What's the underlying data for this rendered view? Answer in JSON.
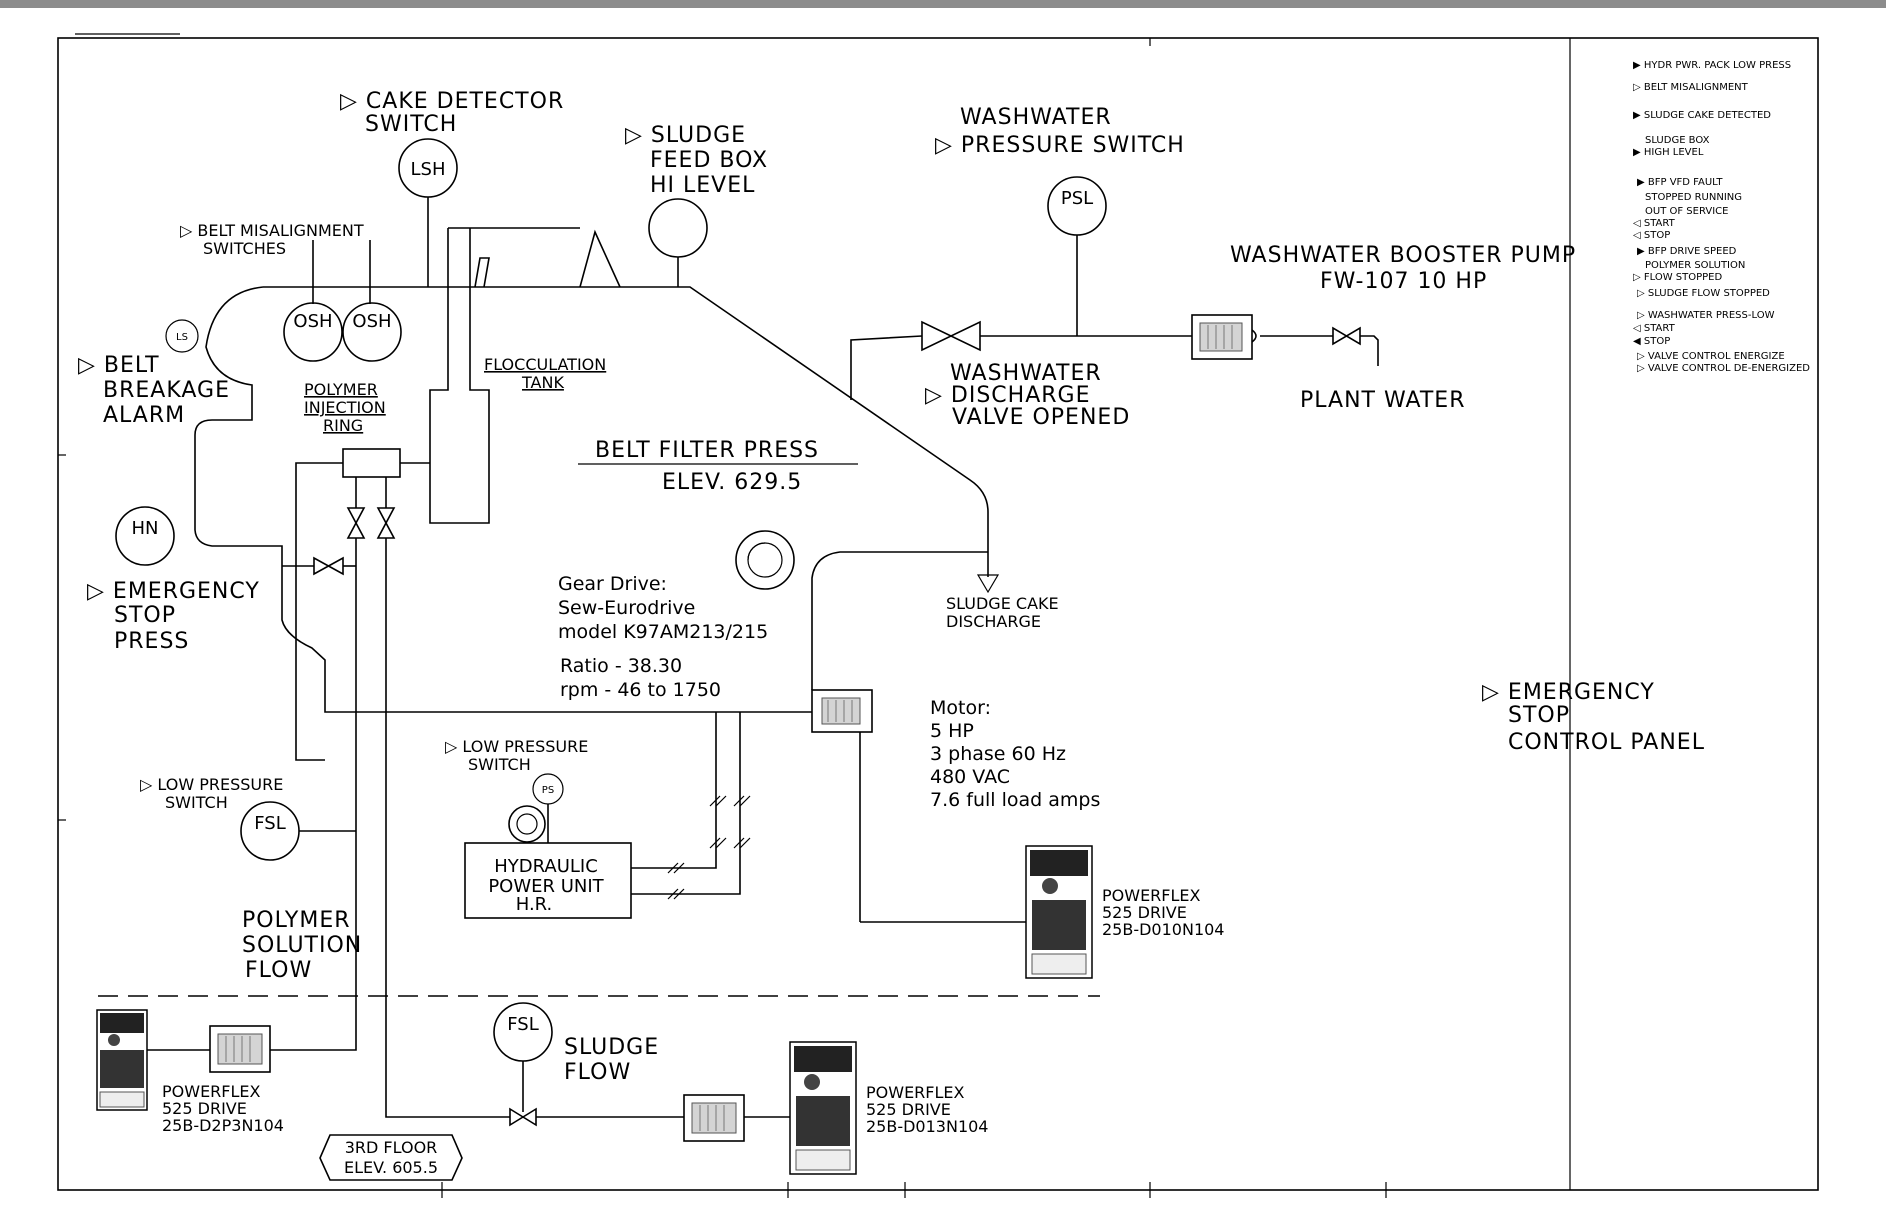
{
  "labels": {
    "cake_detector": [
      "▷ CAKE DETECTOR",
      "SWITCH"
    ],
    "sludge_feed_box": [
      "▷ SLUDGE",
      "FEED BOX",
      "HI LEVEL"
    ],
    "washwater_pressure_switch": [
      "WASHWATER",
      "▷ PRESSURE SWITCH"
    ],
    "belt_misalignment": [
      "▷ BELT MISALIGNMENT",
      "SWITCHES"
    ],
    "belt_breakage": [
      "▷ BELT",
      "BREAKAGE",
      "ALARM"
    ],
    "polymer_injection_ring": [
      "POLYMER",
      "INJECTION",
      "RING"
    ],
    "flocculation_tank": [
      "FLOCCULATION",
      "TANK"
    ],
    "washwater_booster_pump": [
      "WASHWATER BOOSTER PUMP",
      "FW-107 10 HP"
    ],
    "washwater_discharge": [
      "WASHWATER",
      "▷ DISCHARGE",
      "VALVE OPENED"
    ],
    "plant_water": "PLANT WATER",
    "belt_filter_press": [
      "BELT FILTER PRESS",
      "ELEV. 629.5"
    ],
    "emergency_stop_press": [
      "▷ EMERGENCY",
      "STOP",
      "PRESS"
    ],
    "gear_drive": [
      "Gear Drive:",
      "Sew-Eurodrive",
      "model K97AM213/215",
      "Ratio   -   38.30",
      "rpm   -   46 to 1750"
    ],
    "sludge_cake_discharge": [
      "SLUDGE CAKE",
      "DISCHARGE"
    ],
    "motor": [
      "Motor:",
      "5 HP",
      "3 phase 60 Hz",
      "480 VAC",
      "7.6 full load amps"
    ],
    "emergency_stop_panel": [
      "▷ EMERGENCY",
      "STOP",
      "CONTROL PANEL"
    ],
    "low_pressure_switch_hyd": [
      "▷ LOW PRESSURE",
      "SWITCH"
    ],
    "low_pressure_switch_poly": [
      "▷ LOW PRESSURE",
      "SWITCH"
    ],
    "hydraulic_power_unit": [
      "HYDRAULIC",
      "POWER UNIT",
      "H.R."
    ],
    "polymer_solution_flow": [
      "POLYMER",
      "SOLUTION",
      "FLOW"
    ],
    "powerflex_main": [
      "POWERFLEX",
      "525 DRIVE",
      "25B-D010N104"
    ],
    "powerflex_polymer": [
      "POWERFLEX",
      "525 DRIVE",
      "25B-D2P3N104"
    ],
    "powerflex_sludge": [
      "POWERFLEX",
      "525 DRIVE",
      "25B-D013N104"
    ],
    "sludge_flow": [
      "SLUDGE",
      "FLOW"
    ],
    "third_floor": [
      "3RD FLOOR",
      "ELEV. 605.5"
    ]
  },
  "instruments": {
    "lsh": "LSH",
    "psl": "PSL",
    "osh1": "OSH",
    "osh2": "OSH",
    "ls": "LS",
    "hn": "HN",
    "ps": "PS",
    "fsl_polymer": "FSL",
    "fsl_sludge": "FSL"
  },
  "legend": [
    "▶ HYDR PWR. PACK LOW PRESS",
    "▷ BELT MISALIGNMENT",
    "▶ SLUDGE CAKE DETECTED",
    "SLUDGE BOX",
    "▶ HIGH LEVEL",
    "▶ BFP VFD FAULT",
    "STOPPED        RUNNING",
    "OUT OF SERVICE",
    "◁ START",
    "◁ STOP",
    "▶ BFP DRIVE SPEED",
    "POLYMER SOLUTION",
    "▷ FLOW STOPPED",
    "▷ SLUDGE FLOW STOPPED",
    "▷ WASHWATER PRESS-LOW",
    "◁ START",
    "◀ STOP",
    "▷ VALVE CONTROL ENERGIZE",
    "▷ VALVE CONTROL DE-ENERGIZED"
  ]
}
